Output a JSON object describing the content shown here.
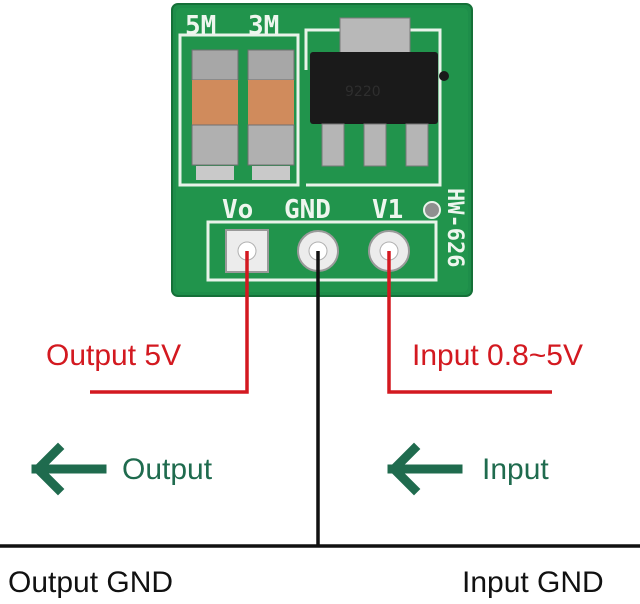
{
  "board": {
    "cap_labels": [
      "5M",
      "3M"
    ],
    "pin_labels": [
      "Vo",
      "GND",
      "V1"
    ],
    "model": "HW-626",
    "chip_marking": "9220"
  },
  "labels": {
    "output_voltage": "Output 5V",
    "input_voltage": "Input 0.8~5V",
    "output_direction": "Output",
    "input_direction": "Input",
    "output_gnd": "Output GND",
    "input_gnd": "Input GND"
  },
  "colors": {
    "pcb": "#1e8e4a",
    "signal_wire": "#d31920",
    "ground_wire": "#111111",
    "direction_arrow": "#1f6b4e"
  },
  "icons": [
    "arrow-left-icon",
    "arrow-left-icon"
  ]
}
